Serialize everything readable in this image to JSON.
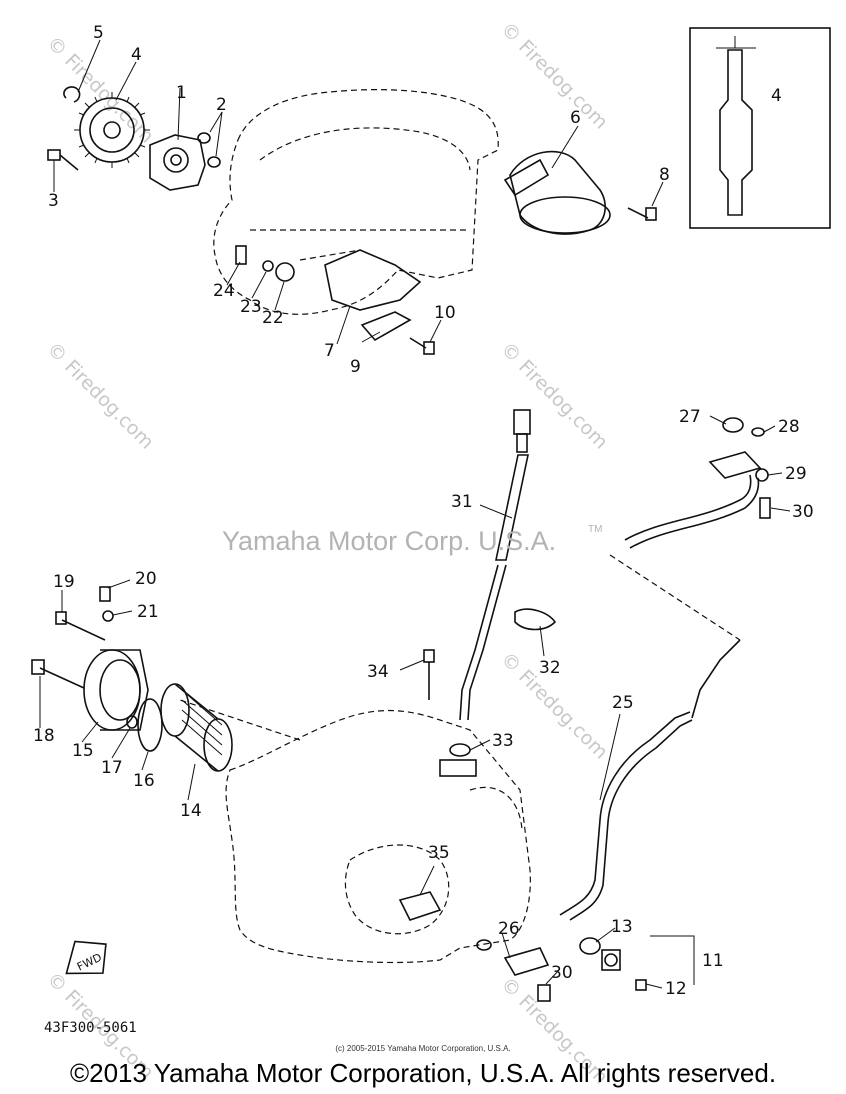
{
  "watermark": {
    "center_text": "Yamaha Motor Corp. U.S.A.",
    "trademark": "TM",
    "repeated_text": "© Firedog.com"
  },
  "part_numbers": {
    "p1": "1",
    "p2": "2",
    "p3": "3",
    "p4": "4",
    "p4b": "4",
    "p5": "5",
    "p6": "6",
    "p7": "7",
    "p8": "8",
    "p9": "9",
    "p10": "10",
    "p11": "11",
    "p12": "12",
    "p13": "13",
    "p14": "14",
    "p15": "15",
    "p16": "16",
    "p17": "17",
    "p18": "18",
    "p19": "19",
    "p20": "20",
    "p21": "21",
    "p22": "22",
    "p23": "23",
    "p24": "24",
    "p25": "25",
    "p26": "26",
    "p27": "27",
    "p28": "28",
    "p29": "29",
    "p30": "30",
    "p30b": "30",
    "p31": "31",
    "p32": "32",
    "p33": "33",
    "p34": "34",
    "p35": "35"
  },
  "fwd_label": "FWD",
  "diagram_code": "43F300-5061",
  "small_copyright": "(c) 2005-2015 Yamaha Motor Corporation, U.S.A.",
  "main_copyright": "©2013 Yamaha Motor Corporation, U.S.A. All rights reserved."
}
